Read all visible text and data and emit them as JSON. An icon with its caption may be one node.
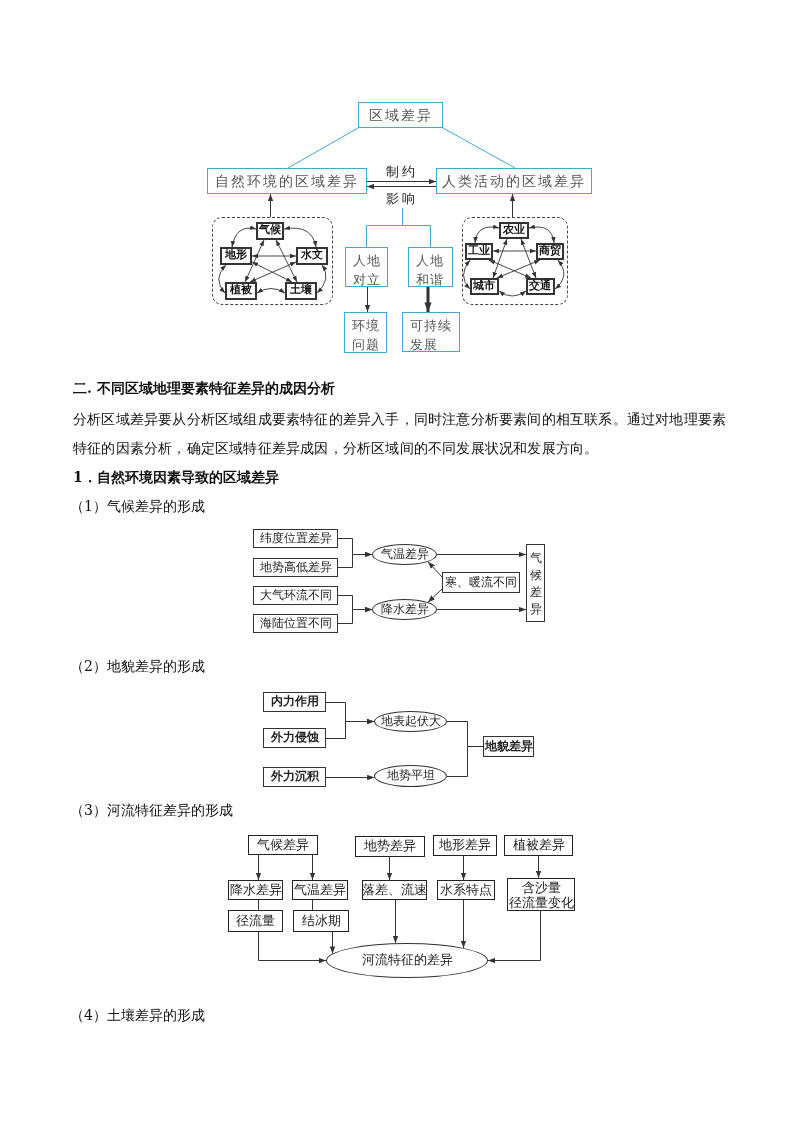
{
  "diagram": {
    "nodes": [
      {
        "text": [
          "区域差异"
        ]
      },
      {
        "text": [
          "自然环境的区域差异"
        ]
      },
      {
        "text": [
          "人类活动的区域差异"
        ]
      },
      {
        "text": [],
        "shape": "box"
      },
      {
        "text": [
          "气候"
        ],
        "in": 3
      },
      {
        "text": [
          "地形"
        ],
        "in": 3
      },
      {
        "text": [
          "水文"
        ],
        "in": 3
      },
      {
        "text": [
          "植被"
        ],
        "in": 3
      },
      {
        "text": [
          "土壤"
        ],
        "in": 3
      },
      {
        "text": [
          "人地对立"
        ]
      },
      {
        "text": [
          "人地和谐"
        ]
      },
      {
        "text": [
          "环境问题"
        ]
      },
      {
        "text": [
          "可持续发展"
        ]
      },
      {
        "text": [],
        "shape": "box"
      },
      {
        "text": [
          "农业"
        ],
        "in": 13
      },
      {
        "text": [
          "工业"
        ],
        "in": 13
      },
      {
        "text": [
          "商贸"
        ],
        "in": 13
      },
      {
        "text": [
          "城市"
        ],
        "in": 13
      },
      {
        "text": [
          "交通"
        ],
        "in": 13
      },
      {
        "text": [
          "纬度位置差异"
        ]
      },
      {
        "text": [
          "地势高低差异"
        ]
      },
      {
        "text": [
          "大气环流不同"
        ]
      },
      {
        "text": [
          "海陆位置不同"
        ]
      },
      {
        "text": [
          "气温差异"
        ]
      },
      {
        "text": [
          "降水差异"
        ]
      },
      {
        "text": [
          "寒、暖流不同"
        ]
      },
      {
        "text": [
          "气候差异"
        ]
      },
      {
        "text": [
          "内力作用"
        ]
      },
      {
        "text": [
          "外力侵蚀"
        ]
      },
      {
        "text": [
          "外力沉积"
        ]
      },
      {
        "text": [
          "地表起伏大"
        ]
      },
      {
        "text": [
          "地势平坦"
        ]
      },
      {
        "text": [
          "地貌差异"
        ]
      },
      {
        "text": [
          "气候差异"
        ]
      },
      {
        "text": [
          "地势差异"
        ]
      },
      {
        "text": [
          "地形差异"
        ]
      },
      {
        "text": [
          "植被差异"
        ]
      },
      {
        "text": [
          "降水差异"
        ]
      },
      {
        "text": [
          "气温差异"
        ]
      },
      {
        "text": [
          "落差、流速"
        ]
      },
      {
        "text": [
          "水系特点"
        ]
      },
      {
        "text": [
          "含沙量",
          "径流量变化"
        ]
      },
      {
        "text": [
          "径流量"
        ]
      },
      {
        "text": [
          "结冰期"
        ]
      },
      {
        "text": [
          "河流特征的差异"
        ]
      }
    ],
    "edges": [
      {
        "from": 0,
        "to": 1,
        "arrow": "none",
        "color": "#41a9cf"
      },
      {
        "from": 0,
        "to": 2,
        "arrow": "none",
        "color": "#41a9cf"
      },
      {
        "from": 1,
        "to": 2,
        "arrow": "to",
        "label": "制约"
      },
      {
        "from": 2,
        "to": 1,
        "arrow": "to",
        "label": "影响"
      },
      {
        "from": 3,
        "to": 1,
        "arrow": "to"
      },
      {
        "from": 13,
        "to": 2,
        "arrow": "to"
      },
      {
        "from": null,
        "to": 9,
        "arrow": "none",
        "color": "#41a9cf"
      },
      {
        "from": null,
        "to": 10,
        "arrow": "none",
        "color": "#41a9cf"
      },
      {
        "from": 9,
        "to": 11,
        "arrow": "to"
      },
      {
        "from": 10,
        "to": 12,
        "arrow": "to",
        "style": "thick"
      },
      {
        "from": 4,
        "to": 5,
        "arrow": "both"
      },
      {
        "from": 4,
        "to": 6,
        "arrow": "both"
      },
      {
        "from": 5,
        "to": 7,
        "arrow": "both"
      },
      {
        "from": 6,
        "to": 8,
        "arrow": "both"
      },
      {
        "from": 7,
        "to": 8,
        "arrow": "both"
      },
      {
        "from": 5,
        "to": 6,
        "arrow": "both"
      },
      {
        "from": 4,
        "to": 7,
        "arrow": "both"
      },
      {
        "from": 4,
        "to": 8,
        "arrow": "both"
      },
      {
        "from": 5,
        "to": 8,
        "arrow": "both"
      },
      {
        "from": 6,
        "to": 7,
        "arrow": "both"
      },
      {
        "from": 14,
        "to": 15,
        "arrow": "both"
      },
      {
        "from": 14,
        "to": 16,
        "arrow": "both"
      },
      {
        "from": 15,
        "to": 17,
        "arrow": "both"
      },
      {
        "from": 16,
        "to": 18,
        "arrow": "both"
      },
      {
        "from": 17,
        "to": 18,
        "arrow": "both"
      },
      {
        "from": 15,
        "to": 16,
        "arrow": "both"
      },
      {
        "from": 14,
        "to": 17,
        "arrow": "both"
      },
      {
        "from": 14,
        "to": 18,
        "arrow": "both"
      },
      {
        "from": 15,
        "to": 18,
        "arrow": "both"
      },
      {
        "from": 16,
        "to": 17,
        "arrow": "both"
      },
      {
        "from": 19,
        "to": 23,
        "arrow": "to"
      },
      {
        "from": 20,
        "to": 23,
        "arrow": "to"
      },
      {
        "from": 21,
        "to": 24,
        "arrow": "to"
      },
      {
        "from": 22,
        "to": 24,
        "arrow": "to"
      },
      {
        "from": 23,
        "to": 26,
        "arrow": "to"
      },
      {
        "from": 24,
        "to": 26,
        "arrow": "to"
      },
      {
        "from": 25,
        "to": 23,
        "arrow": "to"
      },
      {
        "from": 25,
        "to": 24,
        "arrow": "to"
      },
      {
        "from": 27,
        "to": 30,
        "arrow": "to"
      },
      {
        "from": 28,
        "to": 30,
        "arrow": "to"
      },
      {
        "from": 29,
        "to": 31,
        "arrow": "to"
      },
      {
        "from": 30,
        "to": 32,
        "arrow": "none"
      },
      {
        "from": 31,
        "to": 32,
        "arrow": "none"
      },
      {
        "from": 33,
        "to": 37,
        "arrow": "to"
      },
      {
        "from": 33,
        "to": 38,
        "arrow": "to"
      },
      {
        "from": 34,
        "to": 39,
        "arrow": "to"
      },
      {
        "from": 35,
        "to": 40,
        "arrow": "to"
      },
      {
        "from": 36,
        "to": 41,
        "arrow": "to"
      },
      {
        "from": 37,
        "to": 42,
        "arrow": "none"
      },
      {
        "from": 38,
        "to": 43,
        "arrow": "none"
      },
      {
        "from": 42,
        "to": 44,
        "arrow": "to"
      },
      {
        "from": 43,
        "to": 44,
        "arrow": "to"
      },
      {
        "from": 39,
        "to": 44,
        "arrow": "to"
      },
      {
        "from": 40,
        "to": 44,
        "arrow": "to"
      },
      {
        "from": 41,
        "to": 44,
        "arrow": "to"
      }
    ],
    "labels": [
      "二. 不同区域地理要素特征差异的成因分析",
      "分析区域差异要从分析区域组成要素特征的差异入手，同时注意分析要素间的相互联系。通过对地理要素特征的因素分析，确定区域特征差异成因，分析区域间的不同发展状况和发展方向。",
      "1．自然环境因素导致的区域差异",
      "（1）气候差异的形成",
      "（2）地貌差异的形成",
      "（3）河流特征差异的形成",
      "（4）土壤差异的形成"
    ]
  }
}
